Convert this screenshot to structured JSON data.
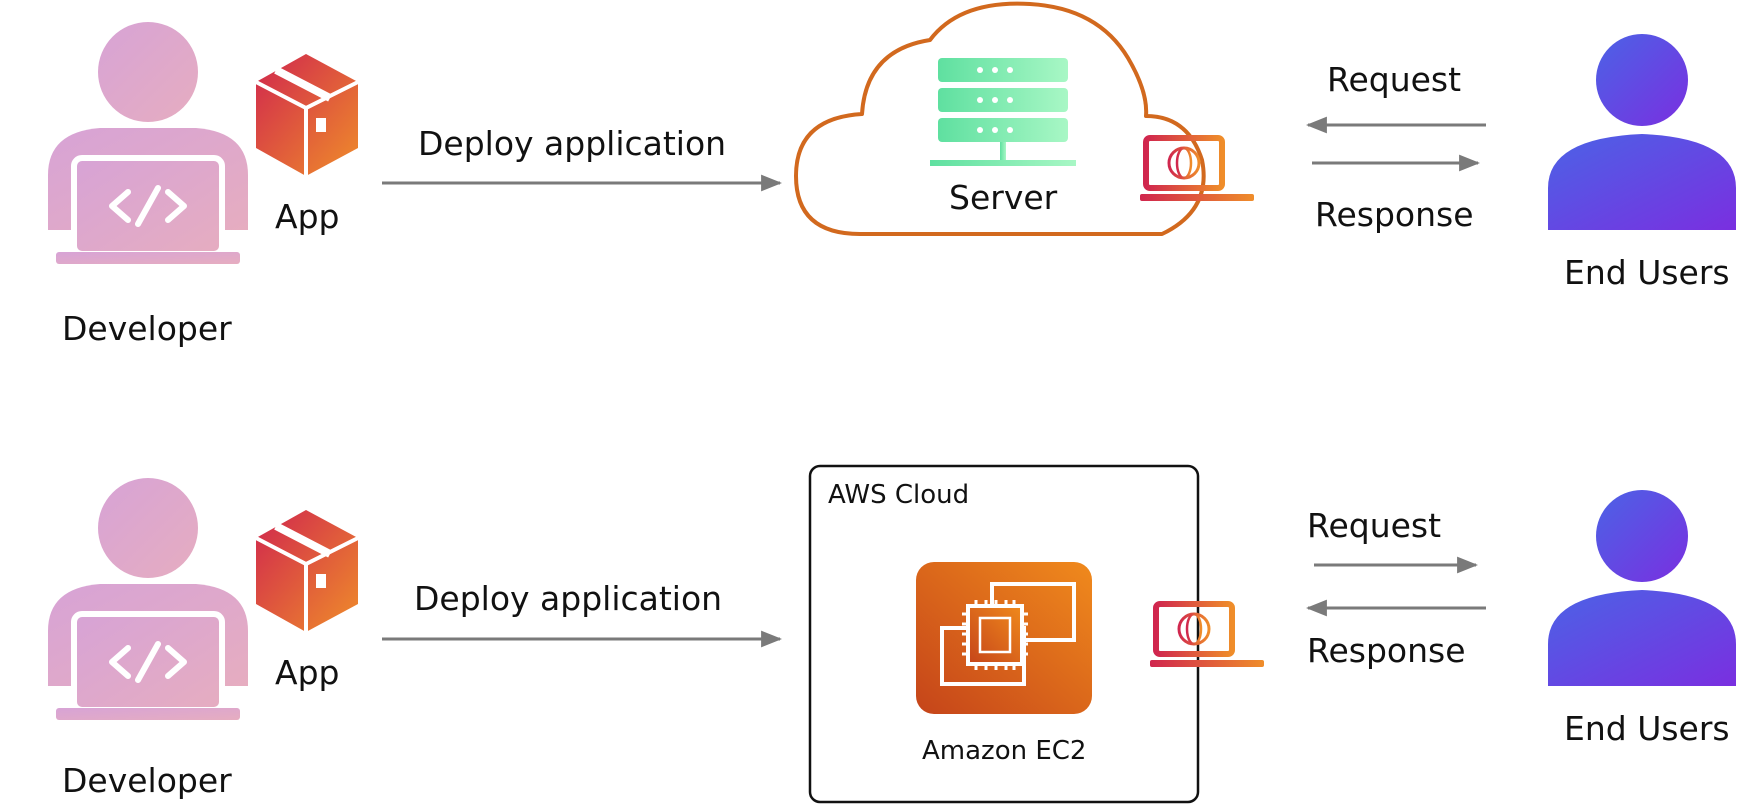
{
  "colors": {
    "developer_gradient": [
      "#d7a3d6",
      "#e6adc0"
    ],
    "box_gradient": [
      "#d0264e",
      "#ef8d2a"
    ],
    "user_gradient": [
      "#4b63e6",
      "#7a2fe0"
    ],
    "server_gradient": [
      "#5fe0a0",
      "#a8f7c5"
    ],
    "cloud_stroke": "#d2691e",
    "ec2_gradient": [
      "#c5441a",
      "#f08a1c"
    ],
    "arrow": "#7a7a7a"
  },
  "traditional": {
    "developer_label": "Developer",
    "developer_icon": "developer-laptop-icon",
    "app_label": "App",
    "app_icon": "package-box-icon",
    "deploy_label": "Deploy application",
    "server_label": "Server",
    "server_icon": "server-rack-icon",
    "cloud_icon": "cloud-icon",
    "laptop_icon": "web-laptop-icon",
    "request_label": "Request",
    "response_label": "Response",
    "users_label": "End Users",
    "users_icon": "user-icon"
  },
  "aws": {
    "developer_label": "Developer",
    "developer_icon": "developer-laptop-icon",
    "app_label": "App",
    "app_icon": "package-box-icon",
    "deploy_label": "Deploy application",
    "cloud_label": "AWS Cloud",
    "ec2_label": "Amazon EC2",
    "ec2_icon": "ec2-chip-icon",
    "laptop_icon": "web-laptop-icon",
    "request_label": "Request",
    "response_label": "Response",
    "users_label": "End Users",
    "users_icon": "user-icon"
  }
}
